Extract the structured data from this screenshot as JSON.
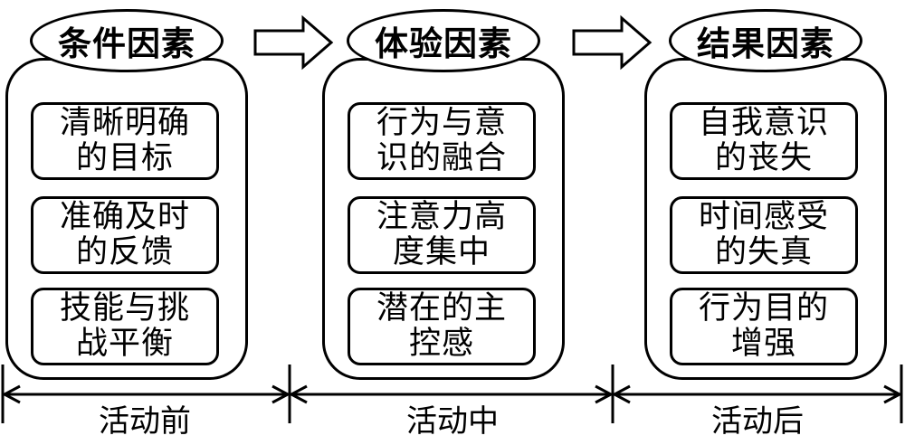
{
  "stages": [
    {
      "title": "条件因素",
      "items": [
        "清晰明确的目标",
        "准确及时的反馈",
        "技能与挑战平衡"
      ]
    },
    {
      "title": "体验因素",
      "items": [
        "行为与意识的融合",
        "注意力高度集中",
        "潜在的主控感"
      ]
    },
    {
      "title": "结果因素",
      "items": [
        "自我意识的丧失",
        "时间感受的失真",
        "行为目的增强"
      ]
    }
  ],
  "phases": [
    "活动前",
    "活动中",
    "活动后"
  ]
}
